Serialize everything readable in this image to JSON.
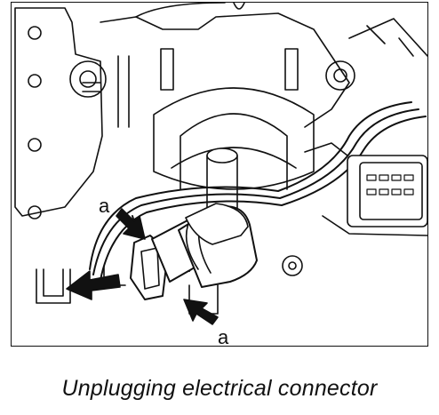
{
  "callouts": {
    "left": "a",
    "bottom": "a"
  },
  "caption": "Unplugging electrical connector"
}
